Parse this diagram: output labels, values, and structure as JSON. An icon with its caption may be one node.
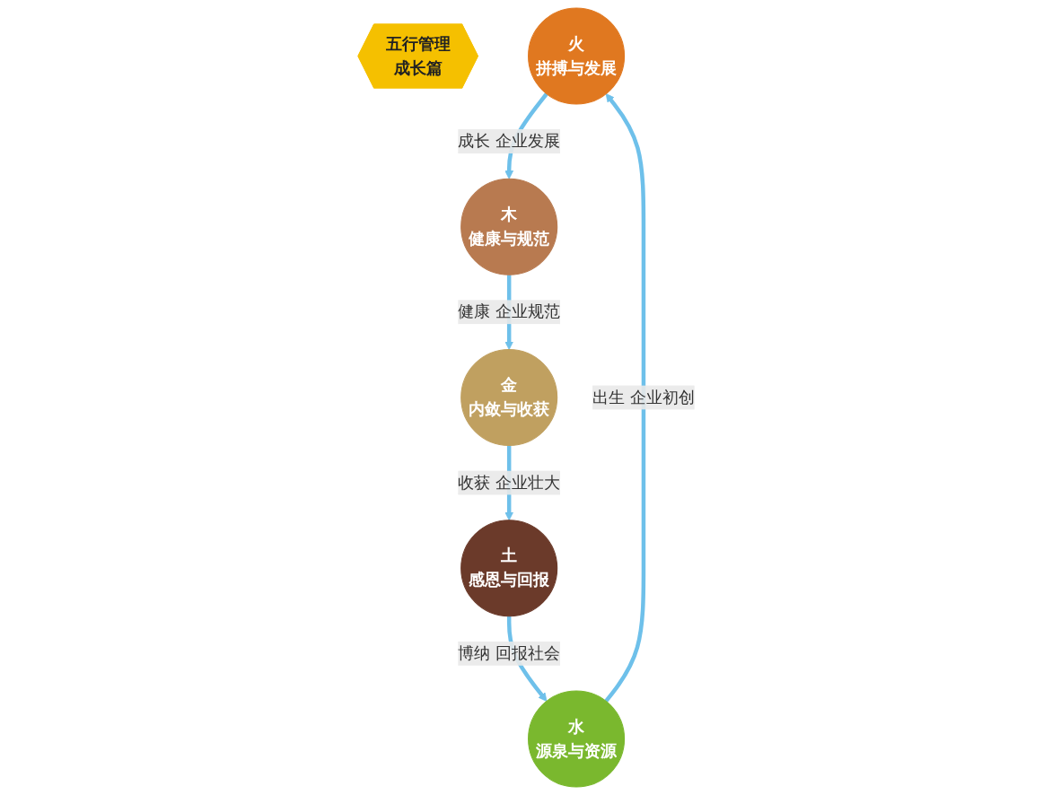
{
  "diagram": {
    "nodes": [
      {
        "text": [
          "五行管理",
          "成长篇"
        ]
      },
      {
        "text": [
          "火",
          "拼搏与发展"
        ]
      },
      {
        "text": [
          "木",
          "健康与规范"
        ]
      },
      {
        "text": [
          "金",
          "内敛与收获"
        ]
      },
      {
        "text": [
          "土",
          "感恩与回报"
        ]
      },
      {
        "text": [
          "水",
          "源泉与资源"
        ]
      }
    ],
    "edges": [
      {
        "from": 5,
        "to": 1,
        "arrow": "to",
        "label": "出生 企业初创"
      },
      {
        "from": 1,
        "to": 2,
        "arrow": "to",
        "label": "成长 企业发展"
      },
      {
        "from": 2,
        "to": 3,
        "arrow": "to",
        "label": "健康 企业规范"
      },
      {
        "from": 3,
        "to": 4,
        "arrow": "to",
        "label": "收获 企业壮大"
      },
      {
        "from": 4,
        "to": 5,
        "arrow": "to",
        "label": "博纳 回报社会"
      }
    ]
  }
}
